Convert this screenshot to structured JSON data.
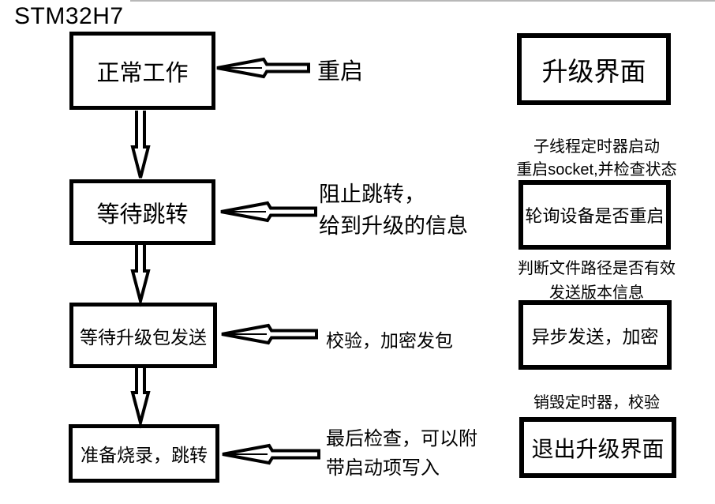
{
  "title": "STM32H7",
  "colors": {
    "ink": "#000000",
    "background": "#ffffff",
    "top_line": "#b8b8b8"
  },
  "device_flow": {
    "boxes": [
      {
        "label": "正常工作"
      },
      {
        "label": "等待跳转"
      },
      {
        "label": "等待升级包发送"
      },
      {
        "label": "准备烧录，跳转"
      }
    ],
    "annotations": [
      {
        "lines": [
          "重启"
        ]
      },
      {
        "lines": [
          "阻止跳转，",
          "给到升级的信息"
        ]
      },
      {
        "lines": [
          "校验，加密发包"
        ]
      },
      {
        "lines": [
          "最后检查，可以附",
          "带启动项写入"
        ]
      }
    ]
  },
  "ui_flow": {
    "boxes": [
      {
        "label": "升级界面"
      },
      {
        "label": "轮询设备是否重启"
      },
      {
        "label": "异步发送，加密"
      },
      {
        "label": "退出升级界面"
      }
    ],
    "annotations": [
      {
        "lines": [
          "子线程定时器启动",
          "重启socket,并检查状态"
        ]
      },
      {
        "lines": [
          "判断文件路径是否有效",
          "发送版本信息"
        ]
      },
      {
        "lines": [
          "销毁定时器，校验"
        ]
      }
    ]
  }
}
